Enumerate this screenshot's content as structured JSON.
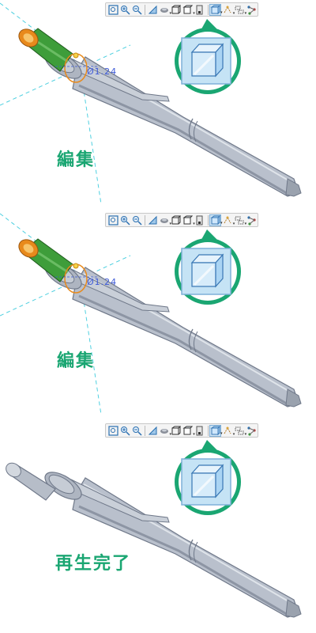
{
  "steps": [
    {
      "label": "編集",
      "dimension": "Ø1.24",
      "state": "edit"
    },
    {
      "label": "編集",
      "dimension": "Ø1.24",
      "state": "edit"
    },
    {
      "label": "再生完了",
      "dimension": "",
      "state": "done"
    }
  ],
  "toolbar_icons": [
    "zoom-fit-icon",
    "zoom-in-icon",
    "zoom-out-icon",
    "view-orient-icon",
    "pan-icon",
    "hidden-line-icon",
    "shaded-icon",
    "view-manager-icon",
    "display-style-icon",
    "datum-display-icon",
    "spin-center-icon",
    "annotation-icon"
  ],
  "highlighted_tool": "display-style-icon",
  "colors": {
    "label_green": "#1aa672",
    "callout_green": "#1aa672",
    "pen_body": "#b9c0cc",
    "pen_shadow": "#6f7889",
    "tip_green": "#3e9d3a",
    "tip_orange": "#e88a1c",
    "datum_cyan": "#4fd0e0",
    "dimension_blue": "#3d5ad8"
  }
}
